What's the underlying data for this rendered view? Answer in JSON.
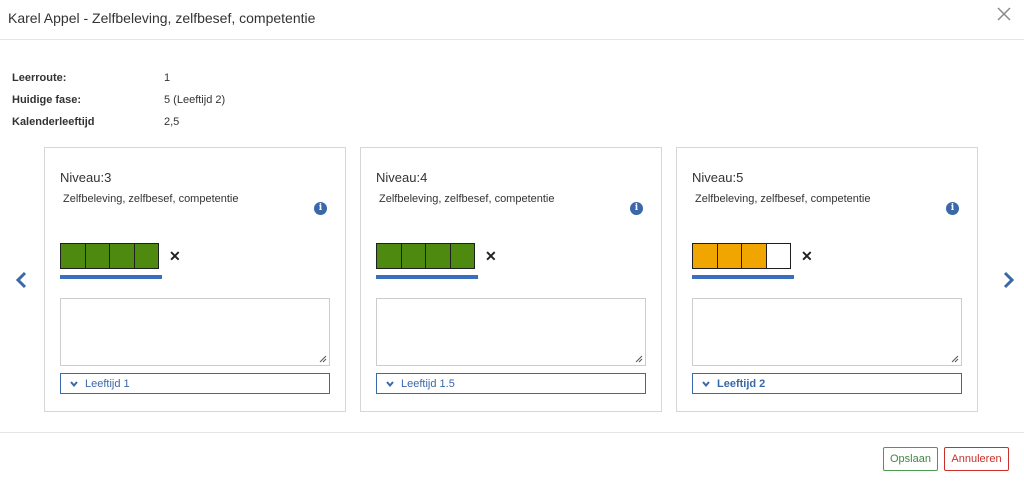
{
  "dialog": {
    "title": "Karel Appel - Zelfbeleving, zelfbesef, competentie",
    "close_icon": "close-icon"
  },
  "info": [
    {
      "label": "Leerroute:",
      "value": "1"
    },
    {
      "label": "Huidige fase:",
      "value": "5 (Leeftijd 2)"
    },
    {
      "label": "Kalenderleeftijd",
      "value": "2,5"
    }
  ],
  "cards": [
    {
      "title": "Niveau:3",
      "subtitle": "Zelfbeleving, zelfbesef, competentie",
      "score_filled": 4,
      "score_total": 4,
      "score_color": "#4f8a10",
      "clear_icon": "x-icon",
      "show_clear": true,
      "note_value": "",
      "age_label": "Leeftijd 1",
      "age_selected": false
    },
    {
      "title": "Niveau:4",
      "subtitle": "Zelfbeleving, zelfbesef, competentie",
      "score_filled": 4,
      "score_total": 4,
      "score_color": "#4f8a10",
      "clear_icon": "x-icon",
      "show_clear": true,
      "note_value": "",
      "age_label": "Leeftijd 1.5",
      "age_selected": false
    },
    {
      "title": "Niveau:5",
      "subtitle": "Zelfbeleving, zelfbesef, competentie",
      "score_filled": 3,
      "score_total": 4,
      "score_color": "#f0a500",
      "clear_icon": "x-icon",
      "show_clear": true,
      "note_value": "",
      "age_label": "Leeftijd 2",
      "age_selected": true
    }
  ],
  "nav": {
    "prev_icon": "chevron-left-icon",
    "next_icon": "chevron-right-icon"
  },
  "footer": {
    "save_label": "Opslaan",
    "cancel_label": "Annuleren"
  },
  "colors": {
    "accent": "#3a68a9",
    "save": "#3d8a43",
    "cancel": "#c9302c"
  }
}
